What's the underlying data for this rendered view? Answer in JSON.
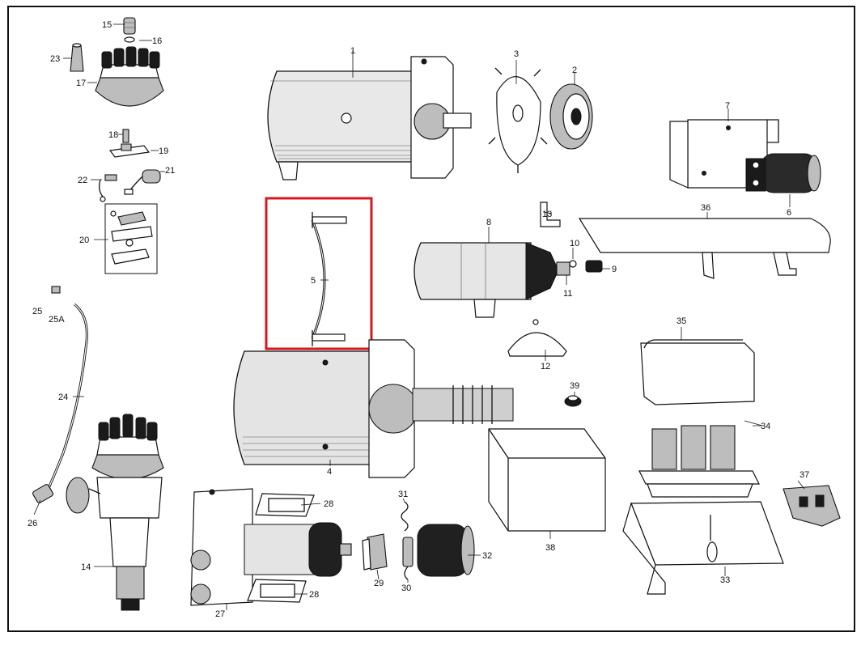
{
  "highlight_color": "#d4191f",
  "labels": {
    "l1": "1",
    "l2": "2",
    "l3": "3",
    "l4": "4",
    "l5": "5",
    "l6": "6",
    "l7": "7",
    "l8": "8",
    "l9": "9",
    "l10": "10",
    "l11": "11",
    "l12": "12",
    "l13": "13",
    "l14": "14",
    "l15": "15",
    "l16": "16",
    "l17": "17",
    "l18": "18",
    "l19": "19",
    "l20": "20",
    "l21": "21",
    "l22": "22",
    "l23": "23",
    "l24": "24",
    "l25": "25",
    "l25a": "25A",
    "l26": "26",
    "l27": "27",
    "l28a": "28",
    "l28b": "28",
    "l29": "29",
    "l30": "30",
    "l31": "31",
    "l32": "32",
    "l33": "33",
    "l34": "34",
    "l35": "35",
    "l36": "36",
    "l37": "37",
    "l38": "38",
    "l39": "39"
  }
}
